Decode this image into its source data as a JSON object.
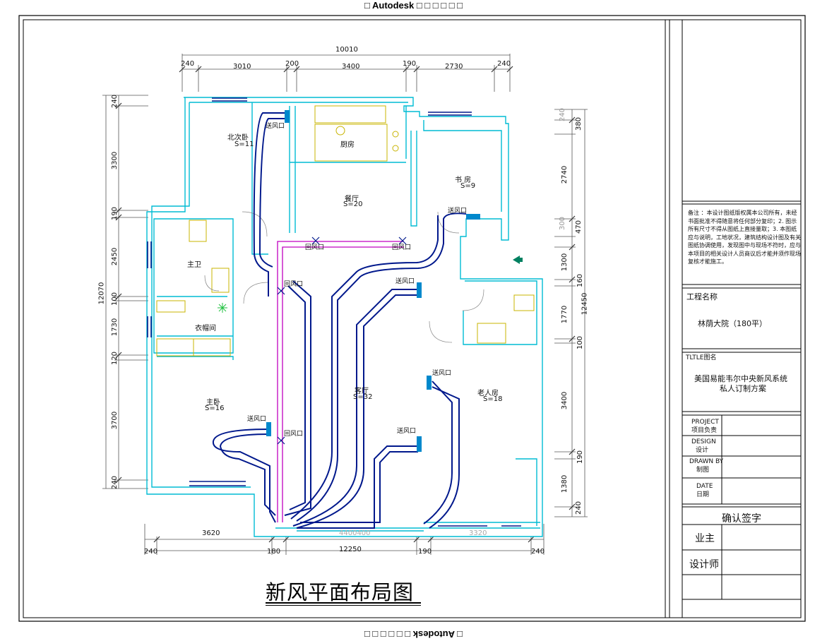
{
  "banner": {
    "top_text": "Autodesk",
    "bottom_text": "Autodesk",
    "glyph": "□",
    "boxes": "□ □ □ □ □ □"
  },
  "drawing_title": "新风平面布局图",
  "dimensions": {
    "top_total": "10010",
    "top_segments": [
      "240",
      "3010",
      "200",
      "3400",
      "190",
      "2730",
      "240"
    ],
    "bottom_total": "12250",
    "bottom_segments": [
      "240",
      "3620",
      "180",
      "4400",
      "190",
      "3320",
      "240"
    ],
    "bottom_inner": "4400400",
    "left_total": "12070",
    "left_segments": [
      "240",
      "3300",
      "190",
      "2450",
      "100",
      "1730",
      "120",
      "3700",
      "240"
    ],
    "right_total": "12450",
    "right_segments": [
      "240",
      "380",
      "2740",
      "470",
      "300",
      "1300",
      "160",
      "1770",
      "100",
      "3400",
      "190",
      "1380",
      "240"
    ]
  },
  "rooms": {
    "north_bedroom": {
      "name": "北次卧",
      "area": "S=11"
    },
    "kitchen": {
      "name": "厨房"
    },
    "dining": {
      "name": "餐厅",
      "area": "S=20"
    },
    "study": {
      "name": "书 房",
      "area": "S=9"
    },
    "master_bath": {
      "name": "主卫"
    },
    "cloakroom": {
      "name": "衣帽间"
    },
    "master_bedroom": {
      "name": "主卧",
      "area": "S=16"
    },
    "living": {
      "name": "客厅",
      "area": "S=32"
    },
    "elder_room": {
      "name": "老人房",
      "area": "S=18"
    }
  },
  "vents": {
    "supply": "送风口",
    "return": "回风口"
  },
  "title_block": {
    "notes": "备注 ：本设计图纸版权属本公司所有，未经书面批准不得随意将任何部分复印；2. 图示所有尺寸不得从图纸上直接量取；3. 本图纸应与说明，工地状况，建筑结构设计图及有关图纸协调使用，发现图中与现场不符时，应与本项目的相关设计人员商议后才能并须作现场复核才能施工。",
    "project_name_label": "工程名称",
    "project_name": "林荫大院（180平）",
    "drawing_name_label": "TLTLE图名",
    "drawing_name_line1": "美国易能韦尔中央新风系统",
    "drawing_name_line2": "私人订制方案",
    "rows": [
      {
        "en": "PROJECT",
        "cn": "项目负责"
      },
      {
        "en": "DESIGN",
        "cn": "设计"
      },
      {
        "en": "DRAWN BY",
        "cn": "制图"
      },
      {
        "en": "DATE",
        "cn": "日期"
      }
    ],
    "confirm_label": "确认签字",
    "owner_label": "业主",
    "designer_label": "设计师"
  },
  "colors": {
    "wall": "#00bcd4",
    "duct": "#00188c",
    "return_duct": "#c000c0",
    "vent": "#0088cc",
    "fixture": "#c8b400",
    "line": "#000000",
    "accent_arrow": "#008060"
  }
}
